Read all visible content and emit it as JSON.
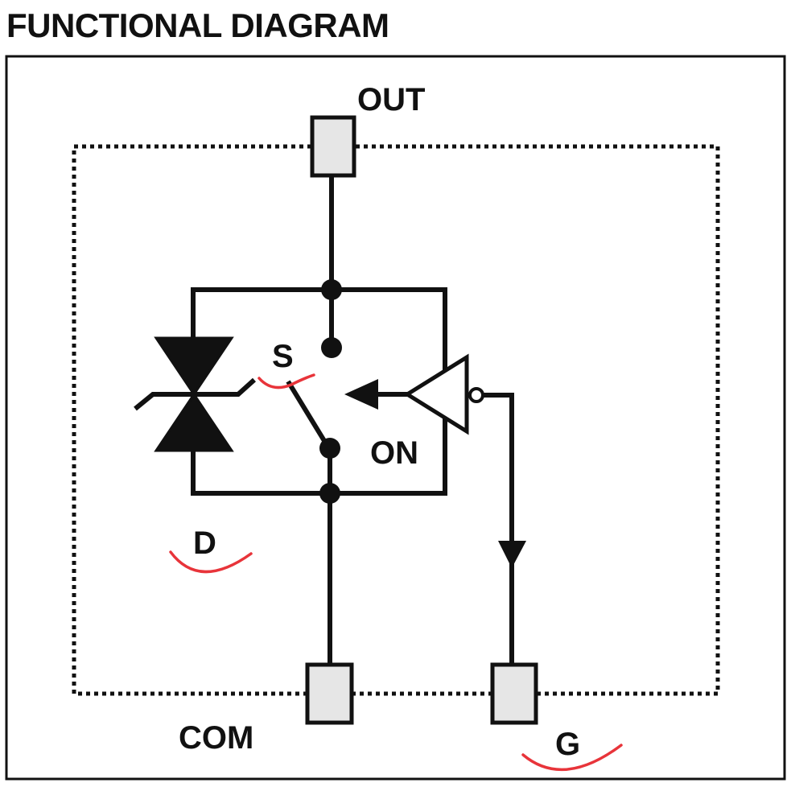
{
  "title": "FUNCTIONAL DIAGRAM",
  "labels": {
    "out": "OUT",
    "com": "COM",
    "g": "G",
    "s": "S",
    "on": "ON",
    "d": "D"
  },
  "colors": {
    "ink": "#111111",
    "pin_fill": "#e6e6e6",
    "annotation": "#e8343a"
  },
  "annotations": [
    "S",
    "D",
    "G"
  ]
}
